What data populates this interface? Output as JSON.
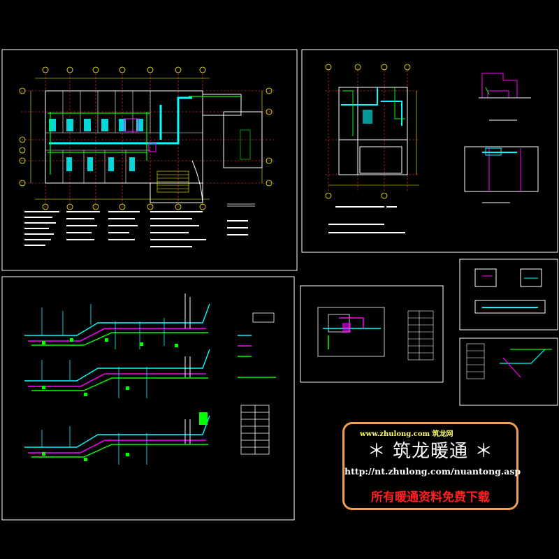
{
  "colors": {
    "background": "#000000",
    "sheet_border": "#ffffff",
    "wall": "#ffffff",
    "grid_axis": "#ff3030",
    "dimension": "#ffff00",
    "duct": "#00ffff",
    "pipe": "#00ff00",
    "equipment": "#ff00ff",
    "banner_border": "#f0a050",
    "banner_site": "#ffff66",
    "banner_free": "#ff2020"
  },
  "banner": {
    "site": "www.zhulong.com  筑龙网",
    "brand": "＊ 筑龙暖通 ＊",
    "url": "http://nt.zhulong.com/nuantong.asp",
    "free_text": "所有暖通资料免费下载"
  }
}
